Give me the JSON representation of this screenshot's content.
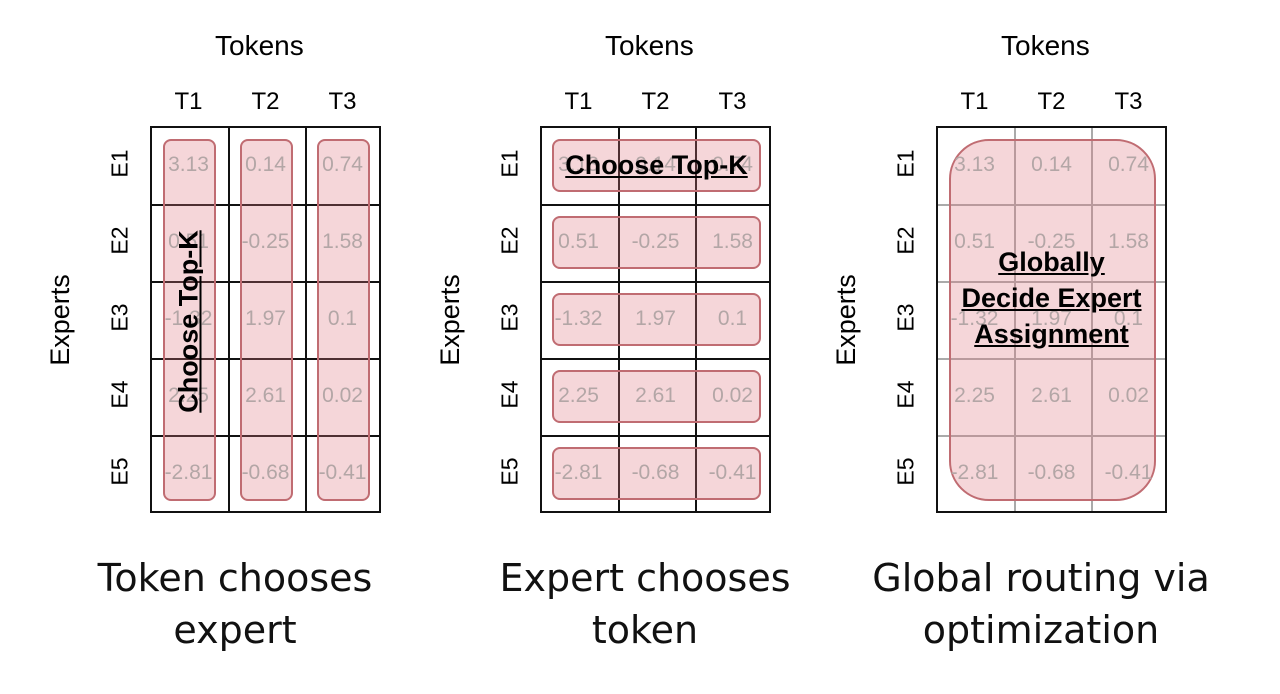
{
  "panels": [
    {
      "tokens_title": "Tokens",
      "experts_title": "Experts",
      "token_labels": [
        "T1",
        "T2",
        "T3"
      ],
      "expert_labels": [
        "E1",
        "E2",
        "E3",
        "E4",
        "E5"
      ],
      "values": [
        [
          "3.13",
          "0.14",
          "0.74"
        ],
        [
          "0.51",
          "-0.25",
          "1.58"
        ],
        [
          "-1.32",
          "1.97",
          "0.1"
        ],
        [
          "2.25",
          "2.61",
          "0.02"
        ],
        [
          "-2.81",
          "-0.68",
          "-0.41"
        ]
      ],
      "highlight_label": "Choose Top-K",
      "caption": "Token chooses expert"
    },
    {
      "tokens_title": "Tokens",
      "experts_title": "Experts",
      "token_labels": [
        "T1",
        "T2",
        "T3"
      ],
      "expert_labels": [
        "E1",
        "E2",
        "E3",
        "E4",
        "E5"
      ],
      "values": [
        [
          "3.13",
          "0.14",
          "0.74"
        ],
        [
          "0.51",
          "-0.25",
          "1.58"
        ],
        [
          "-1.32",
          "1.97",
          "0.1"
        ],
        [
          "2.25",
          "2.61",
          "0.02"
        ],
        [
          "-2.81",
          "-0.68",
          "-0.41"
        ]
      ],
      "highlight_label": "Choose Top-K",
      "caption": "Expert chooses token"
    },
    {
      "tokens_title": "Tokens",
      "experts_title": "Experts",
      "token_labels": [
        "T1",
        "T2",
        "T3"
      ],
      "expert_labels": [
        "E1",
        "E2",
        "E3",
        "E4",
        "E5"
      ],
      "values": [
        [
          "3.13",
          "0.14",
          "0.74"
        ],
        [
          "0.51",
          "-0.25",
          "1.58"
        ],
        [
          "-1.32",
          "1.97",
          "0.1"
        ],
        [
          "2.25",
          "2.61",
          "0.02"
        ],
        [
          "-2.81",
          "-0.68",
          "-0.41"
        ]
      ],
      "highlight_label": "Globally Decide Expert Assignment",
      "highlight_label_lines": [
        "Globally",
        "Decide Expert",
        "Assignment"
      ],
      "caption": "Global routing via optimization"
    }
  ],
  "colors": {
    "highlight_fill": "#f3d2d4",
    "highlight_border": "#c06c72",
    "cell_text": "#b3a6a6",
    "grid_line": "#111111"
  }
}
